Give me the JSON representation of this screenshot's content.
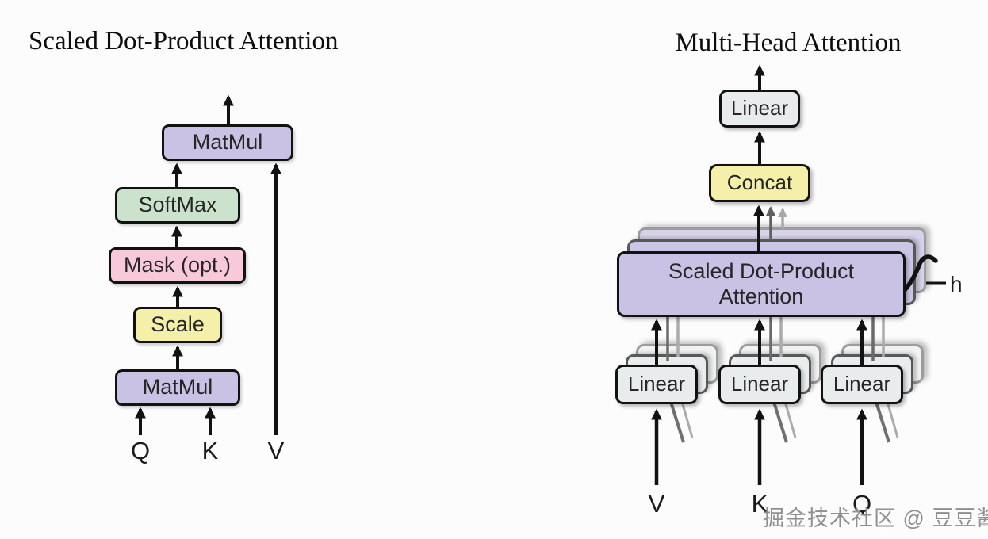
{
  "left": {
    "title": "Scaled Dot-Product Attention",
    "boxes": {
      "matmul_top": "MatMul",
      "softmax": "SoftMax",
      "mask": "Mask (opt.)",
      "scale": "Scale",
      "matmul_bottom": "MatMul"
    },
    "inputs": {
      "q": "Q",
      "k": "K",
      "v": "V"
    }
  },
  "right": {
    "title": "Multi-Head Attention",
    "boxes": {
      "linear_out": "Linear",
      "concat": "Concat",
      "sdpa_line1": "Scaled Dot-Product",
      "sdpa_line2": "Attention",
      "linear_v": "Linear",
      "linear_k": "Linear",
      "linear_q": "Linear"
    },
    "heads_label": "h",
    "inputs": {
      "v": "V",
      "k": "K",
      "q": "Q"
    }
  },
  "watermark": "掘金技术社区 @ 豆豆酱",
  "colors": {
    "purple": "#c9c2e4",
    "green": "#cbe3cc",
    "pink": "#f7c9da",
    "yellow": "#f5f0a9",
    "gray_box": "#e9ecec",
    "ghost_purple_mid": "#ccc6e6",
    "ghost_purple_far": "#d7d2ea",
    "ghost_gray_mid": "#eaeded",
    "ghost_gray_far": "#f1f3f3"
  }
}
